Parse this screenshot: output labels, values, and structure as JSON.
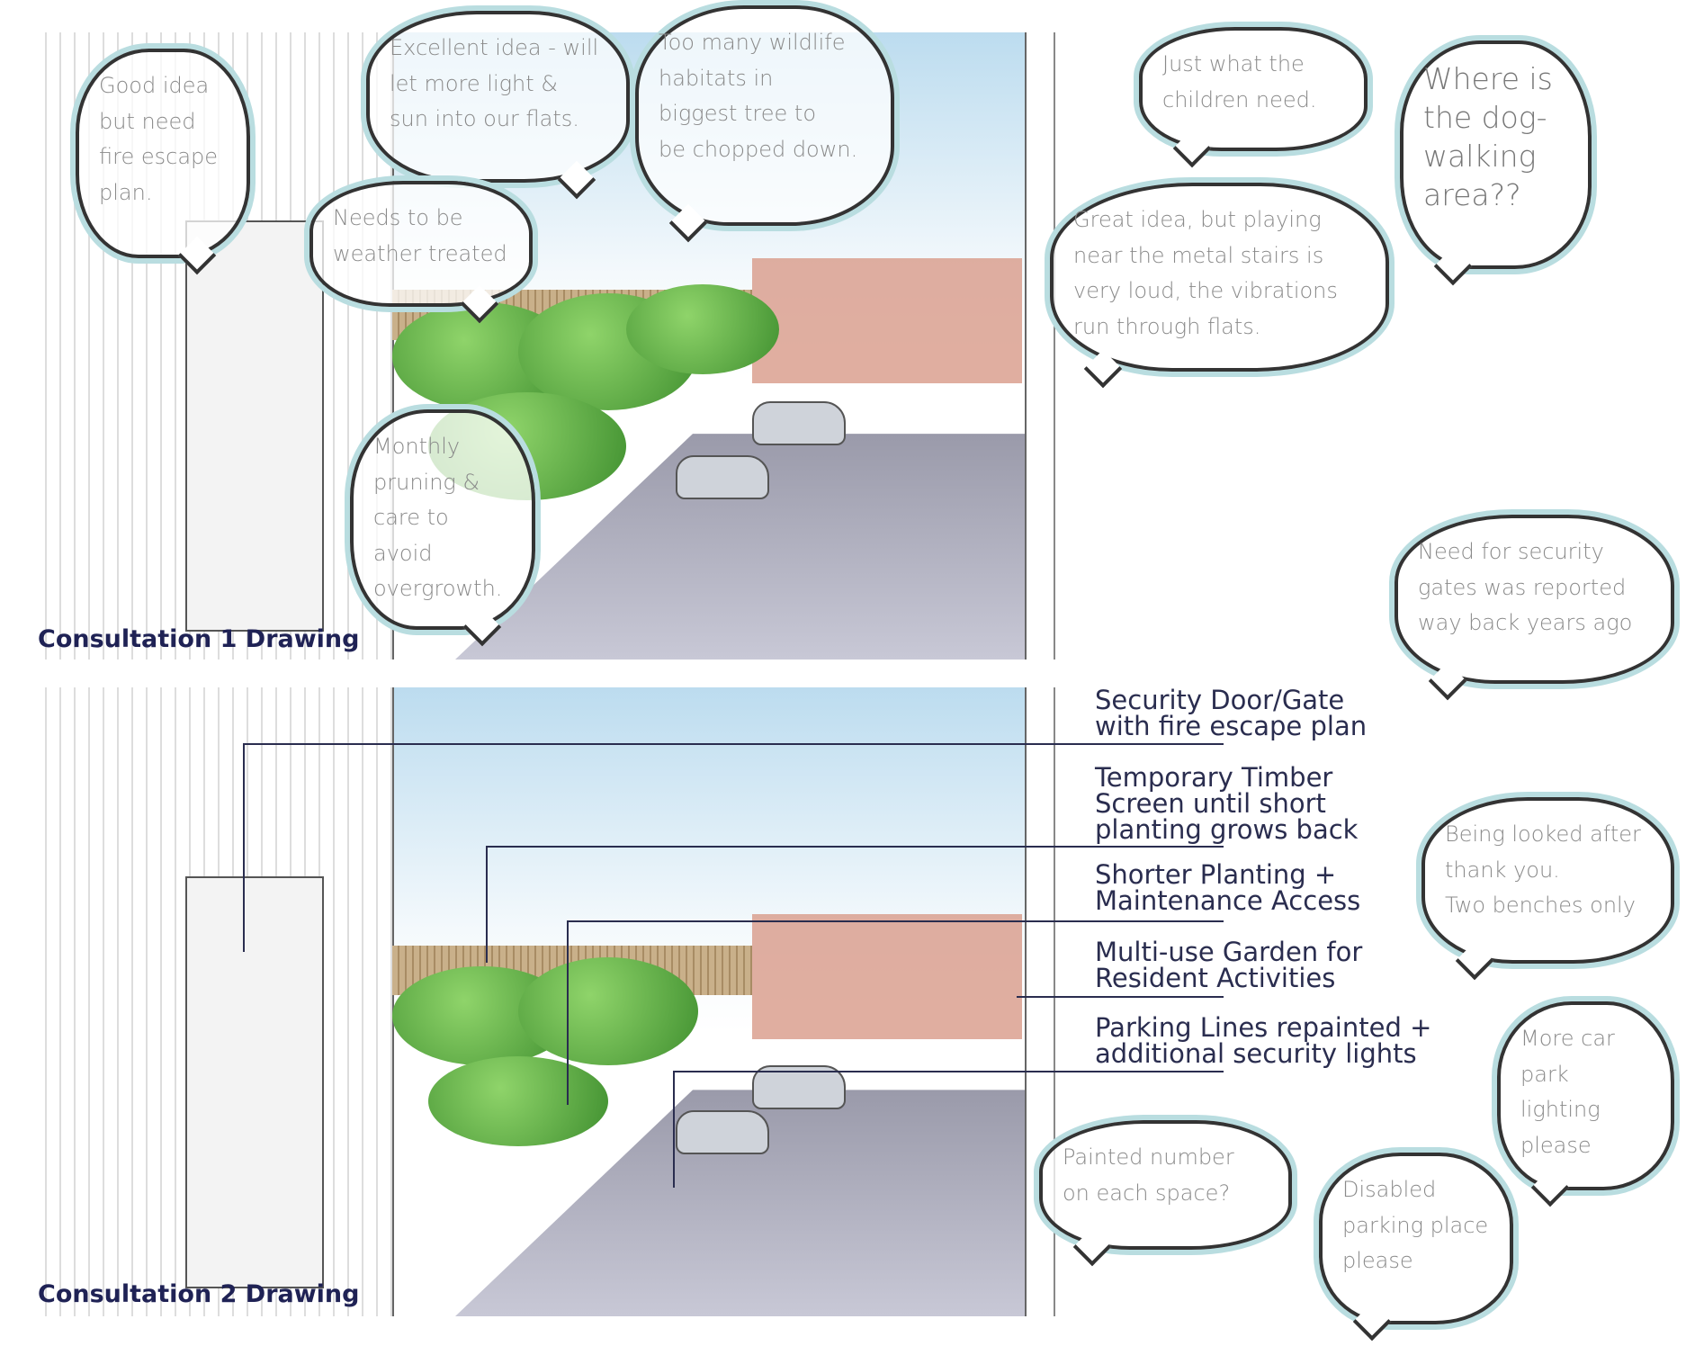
{
  "panels": [
    {
      "caption": "Consultation 1 Drawing"
    },
    {
      "caption": "Consultation 2 Drawing"
    }
  ],
  "bubbles": [
    "Good idea\nbut need\nfire escape\nplan.",
    "Excellent idea - will\nlet more light &\nsun into our flats.",
    "Too many wildlife\nhabitats in\nbiggest tree to\nbe chopped down.",
    "Needs to be\nweather treated",
    "Monthly\npruning &\ncare to avoid\novergrowth.",
    "Just what the\nchildren need.",
    "Where is\nthe dog-\nwalking\narea??",
    "Great idea, but playing\nnear the metal stairs is\nvery loud, the vibrations\nrun through flats.",
    "Need for security\ngates was reported\nway back years ago",
    "Being looked after\nthank you.\nTwo benches only",
    "More car\npark lighting\nplease",
    "Painted number\non each space?",
    "Disabled\nparking place\nplease"
  ],
  "labels": [
    "Security Door/Gate\nwith fire escape plan",
    "Temporary Timber\nScreen until short\nplanting grows back",
    "Shorter Planting +\nMaintenance Access",
    "Multi-use Garden for\nResident Activities",
    "Parking Lines repainted +\nadditional security lights"
  ]
}
